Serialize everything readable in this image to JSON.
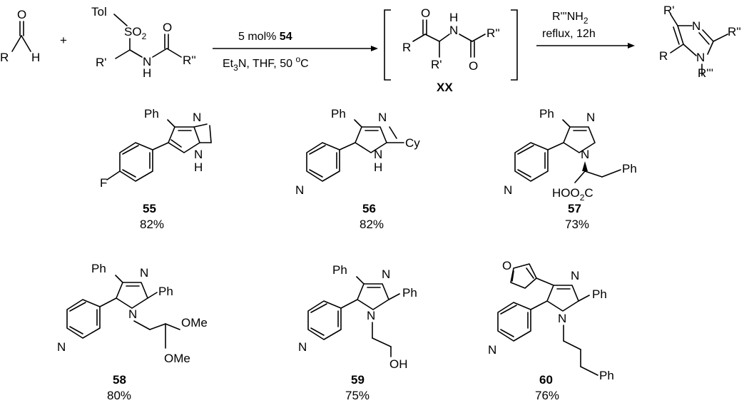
{
  "scheme": {
    "plus": "+",
    "reagents": {
      "aldehyde": {
        "R": "R",
        "O": "O",
        "H": "H"
      },
      "sulfonyl": {
        "Tol": "Tol",
        "SO": "SO",
        "sub2": "2",
        "Rp": "R'",
        "N": "N",
        "H": "H",
        "O": "O",
        "Rpp": "R''"
      }
    },
    "step1": {
      "line1_pre": "5 mol% ",
      "line1_cat": "54",
      "line2_et": "Et",
      "line2_sub": "3",
      "line2_rest": "N, THF, 50 ",
      "line2_deg": "o",
      "line2_unit": "C"
    },
    "intermediate": {
      "label": "XX",
      "R": "R",
      "Rp": "R'",
      "O1": "O",
      "N": "N",
      "H": "H",
      "Rpp": "R''",
      "O2": "O"
    },
    "step2": {
      "line1_main": "R'''NH",
      "line1_sub": "2",
      "line2": "reflux, 12h"
    },
    "product": {
      "Rp": "R'",
      "N": "N",
      "Rpp": "R''",
      "R": "R",
      "N1": "N",
      "Rppp": "R'''"
    }
  },
  "compounds": [
    {
      "id": "55",
      "yield": "82%",
      "Ph": "Ph",
      "N": "N",
      "NH_N": "N",
      "NH_H": "H",
      "F": "F"
    },
    {
      "id": "56",
      "yield": "82%",
      "Ph": "Ph",
      "N": "N",
      "Cy": "Cy",
      "NH_N": "N",
      "NH_H": "H",
      "pyN": "N"
    },
    {
      "id": "57",
      "yield": "73%",
      "Ph": "Ph",
      "N": "N",
      "N1": "N",
      "Ph2": "Ph",
      "HO": "HO",
      "O2": "O",
      "sub2": "2",
      "C": "C",
      "pyN": "N"
    },
    {
      "id": "58",
      "yield": "80%",
      "Ph": "Ph",
      "N": "N",
      "Ph2": "Ph",
      "N1": "N",
      "OMe1": "OMe",
      "OMe2": "OMe",
      "pyN": "N"
    },
    {
      "id": "59",
      "yield": "75%",
      "Ph": "Ph",
      "N": "N",
      "Ph2": "Ph",
      "N1": "N",
      "OH": "OH",
      "pyN": "N"
    },
    {
      "id": "60",
      "yield": "76%",
      "O": "O",
      "N": "N",
      "Ph2": "Ph",
      "N1": "N",
      "Ph3": "Ph",
      "pyN": "N"
    }
  ]
}
